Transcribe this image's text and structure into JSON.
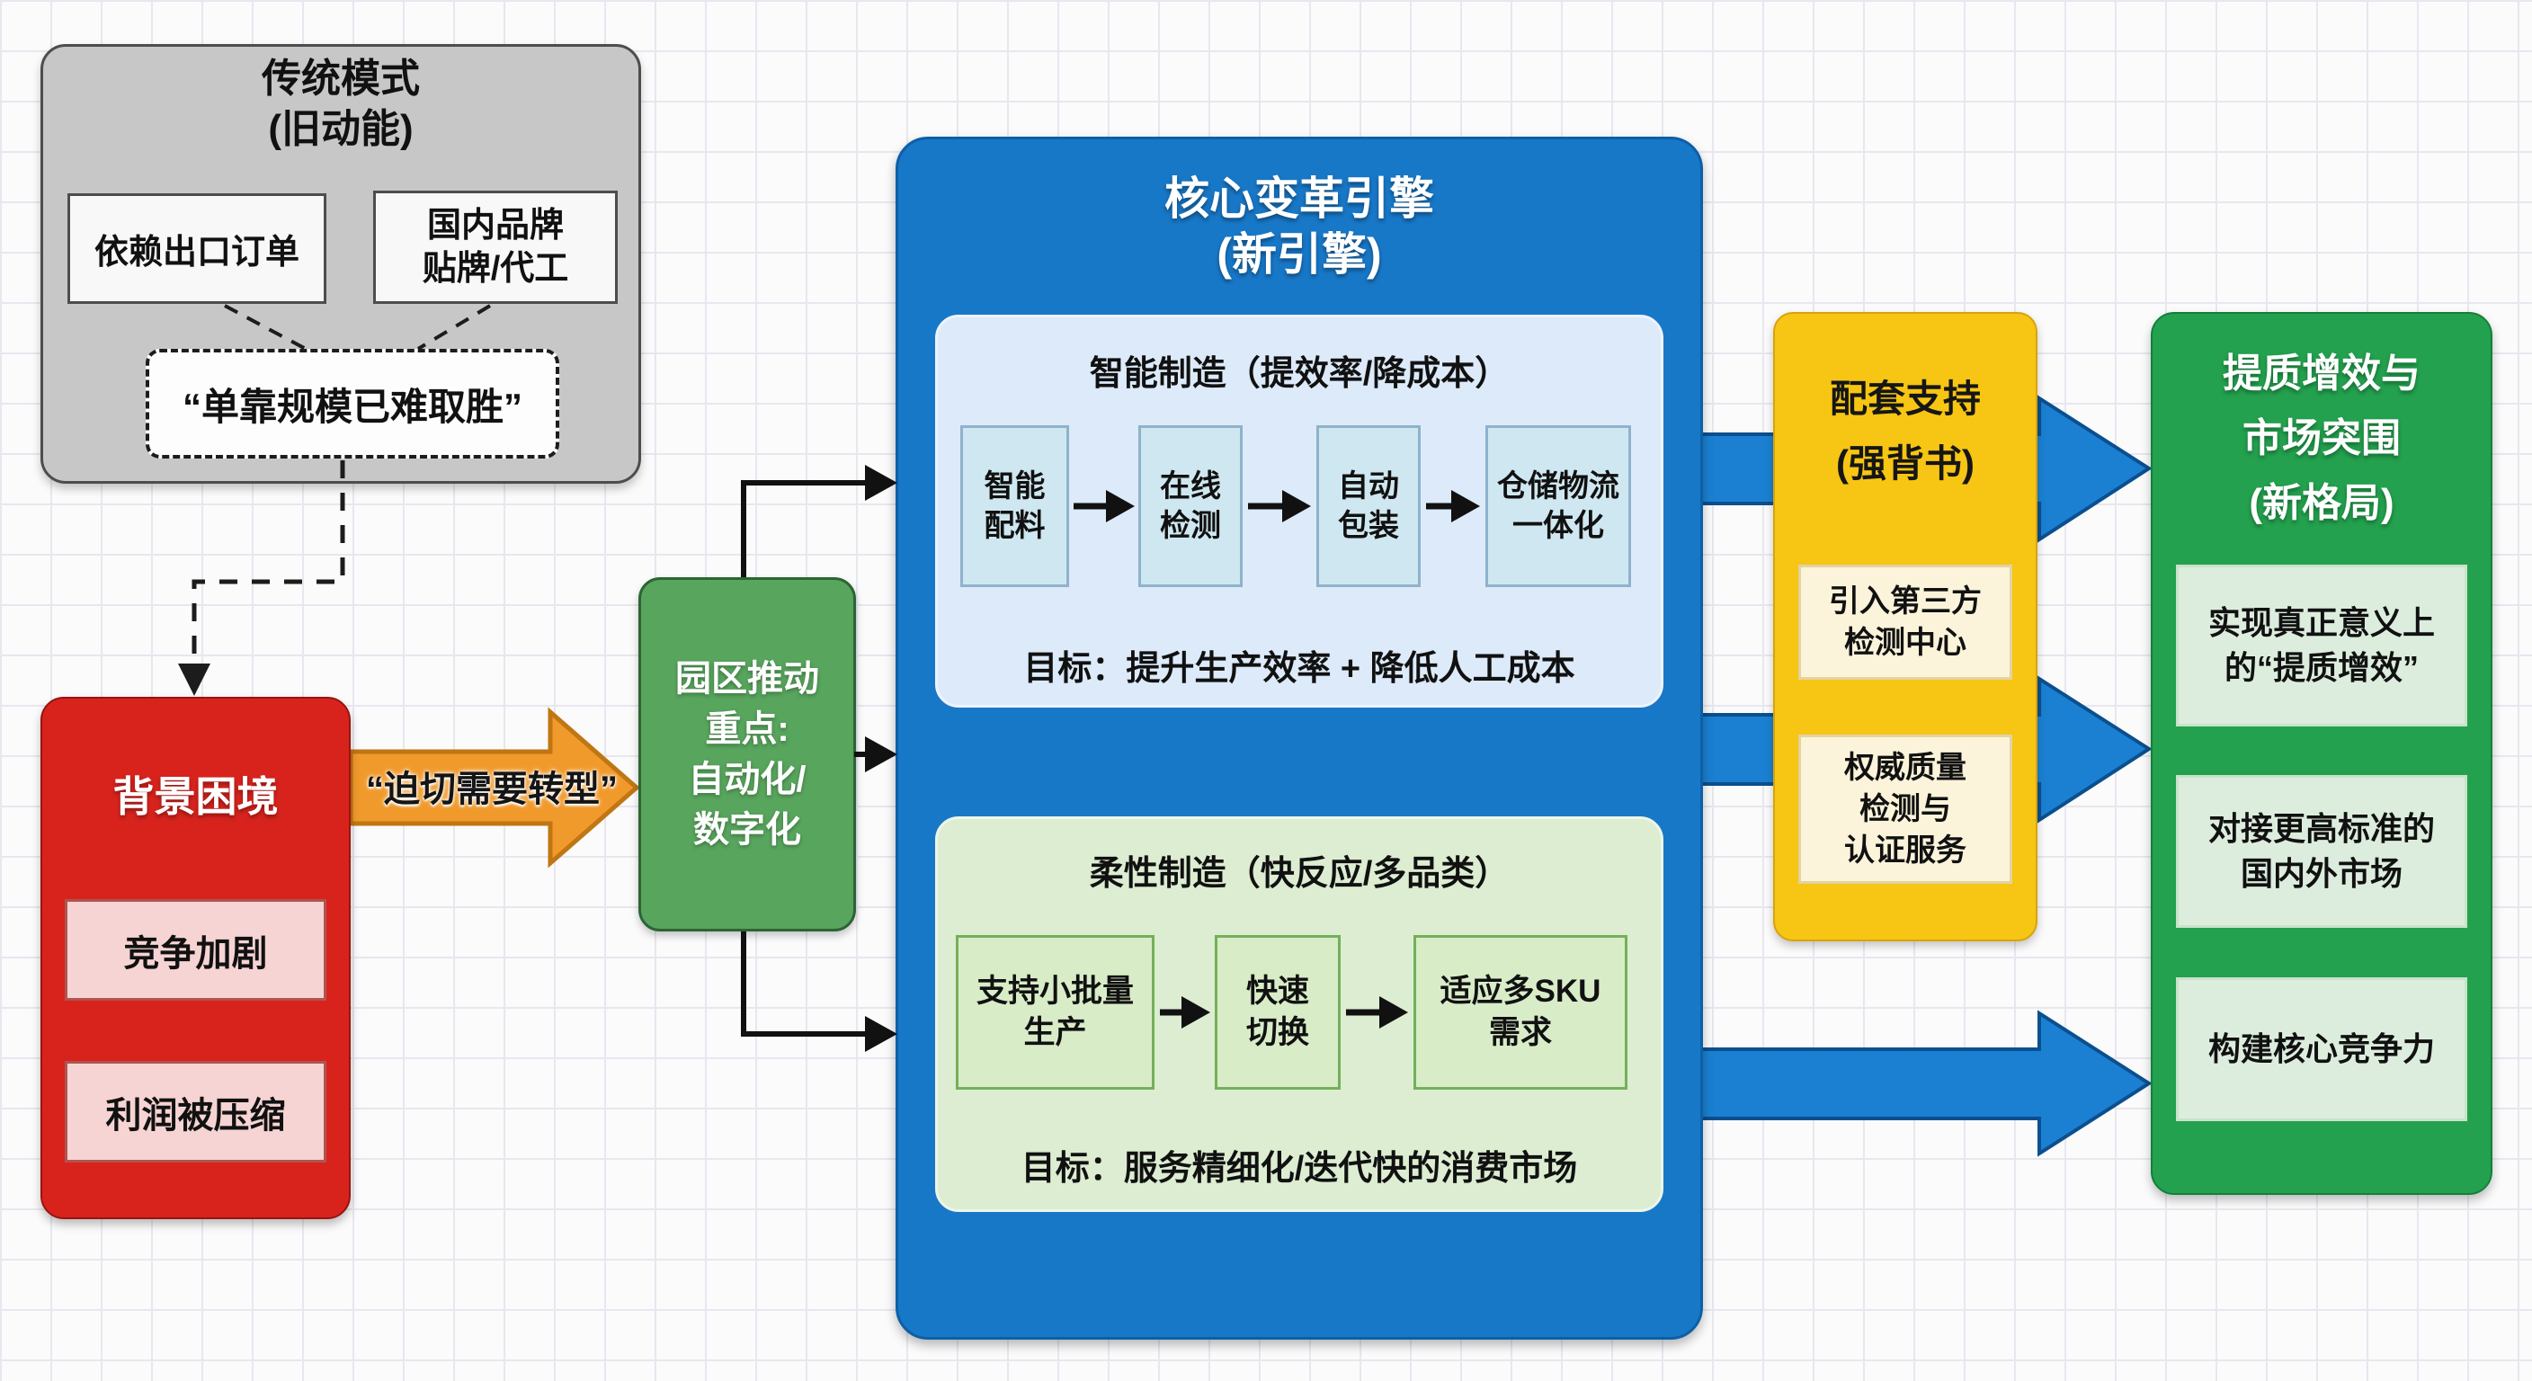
{
  "colors": {
    "grid_line": "#e7e7ef",
    "traditional_gray": "#c7c7c7",
    "dilemma_red": "#d8231d",
    "transform_orange": "#f19a2c",
    "park_green": "#58a55d",
    "engine_blue": "#1878c8",
    "smart_panel_blue": "#dceaf9",
    "flexible_panel_green": "#dcedd2",
    "support_yellow": "#f7c513",
    "outcome_green": "#23a14e",
    "flow_arrow_blue": "#1b80d2"
  },
  "traditional": {
    "title": [
      "传统模式",
      "(旧动能)"
    ],
    "export_box": "依赖出口订单",
    "oem_box": [
      "国内品牌",
      "贴牌/代工"
    ],
    "quote": "“单靠规模已难取胜”"
  },
  "dilemma": {
    "title": "背景困境",
    "box1": "竞争加剧",
    "box2": "利润被压缩"
  },
  "transform_arrow": {
    "label": "“迫切需要转型”"
  },
  "park": {
    "lines": [
      "园区推动",
      "重点:",
      "自动化/",
      "数字化"
    ]
  },
  "engine": {
    "title": [
      "核心变革引擎",
      "(新引擎)"
    ],
    "smart": {
      "title": "智能制造（提效率/降成本）",
      "steps": [
        [
          "智能",
          "配料"
        ],
        [
          "在线",
          "检测"
        ],
        [
          "自动",
          "包装"
        ],
        [
          "仓储物流",
          "一体化"
        ]
      ],
      "goal": "目标：提升生产效率 + 降低人工成本"
    },
    "flexible": {
      "title": "柔性制造（快反应/多品类）",
      "steps": [
        [
          "支持小批量",
          "生产"
        ],
        [
          "快速",
          "切换"
        ],
        [
          "适应多SKU",
          "需求"
        ]
      ],
      "goal": "目标：服务精细化/迭代快的消费市场"
    }
  },
  "support": {
    "title": [
      "配套支持",
      "(强背书)"
    ],
    "box1": [
      "引入第三方",
      "检测中心"
    ],
    "box2": [
      "权威质量",
      "检测与",
      "认证服务"
    ]
  },
  "outcome": {
    "title": [
      "提质增效与",
      "市场突围",
      "(新格局)"
    ],
    "box1": [
      "实现真正意义上",
      "的“提质增效”"
    ],
    "box2": [
      "对接更高标准的",
      "国内外市场"
    ],
    "box3": "构建核心竞争力"
  }
}
